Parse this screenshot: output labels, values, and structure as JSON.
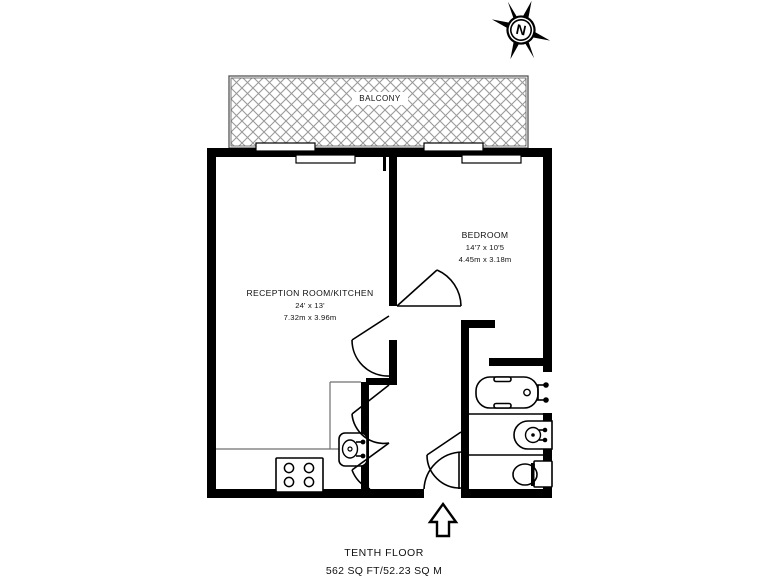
{
  "document": {
    "type": "floor-plan",
    "caption_line1": "TENTH FLOOR",
    "caption_line2": "562 SQ FT/52.23 SQ M"
  },
  "compass": {
    "name": "compass-rose",
    "north_letter": "N"
  },
  "rooms": [
    {
      "id": "balcony",
      "name": "BALCONY",
      "dimensions_imperial": "",
      "dimensions_metric": "",
      "hatched": true
    },
    {
      "id": "reception-kitchen",
      "name": "RECEPTION ROOM/KITCHEN",
      "dimensions_imperial": "24' x 13'",
      "dimensions_metric": "7.32m x 3.96m",
      "hatched": false
    },
    {
      "id": "bedroom",
      "name": "BEDROOM",
      "dimensions_imperial": "14'7 x 10'5",
      "dimensions_metric": "4.45m x 3.18m",
      "hatched": false
    }
  ],
  "fixtures": [
    {
      "id": "bathtub",
      "label": "bathtub"
    },
    {
      "id": "wash-basin",
      "label": "wash basin"
    },
    {
      "id": "toilet",
      "label": "toilet"
    },
    {
      "id": "kitchen-sink",
      "label": "kitchen sink"
    },
    {
      "id": "hob",
      "label": "hob"
    }
  ],
  "markers": [
    {
      "id": "entrance-arrow",
      "label": "entrance"
    }
  ],
  "colors": {
    "wall": "#000000",
    "background": "#ffffff",
    "hatch": "#9a9a9a",
    "text": "#111111"
  }
}
